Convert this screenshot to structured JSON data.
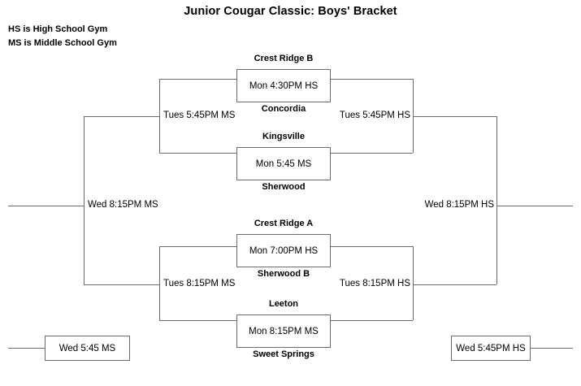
{
  "title": "Junior Cougar Classic: Boys' Bracket",
  "legend": {
    "line1": "HS is High School Gym",
    "line2": "MS is Middle School Gym"
  },
  "colors": {
    "line": "#6b6b6b",
    "text": "#000000",
    "background": "#ffffff"
  },
  "bracket": {
    "round1": [
      {
        "id": "game-1",
        "top_team": "Crest Ridge B",
        "bottom_team": "Concordia",
        "schedule": "Mon 4:30PM HS"
      },
      {
        "id": "game-2",
        "top_team": "Kingsville",
        "bottom_team": "Sherwood",
        "schedule": "Mon 5:45 MS"
      },
      {
        "id": "game-3",
        "top_team": "Crest Ridge A",
        "bottom_team": "Sherwood B",
        "schedule": "Mon 7:00PM HS"
      },
      {
        "id": "game-4",
        "top_team": "Leeton",
        "bottom_team": "Sweet Springs",
        "schedule": "Mon 8:15PM MS"
      }
    ],
    "round2": [
      {
        "id": "upper-left-semi",
        "schedule": "Tues 5:45PM MS"
      },
      {
        "id": "upper-right-semi",
        "schedule": "Tues 5:45PM HS"
      },
      {
        "id": "lower-left-semi",
        "schedule": "Tues 8:15PM MS"
      },
      {
        "id": "lower-right-semi",
        "schedule": "Tues 8:15PM HS"
      }
    ],
    "round3": [
      {
        "id": "left-final",
        "schedule": "Wed 8:15PM MS"
      },
      {
        "id": "right-final",
        "schedule": "Wed 8:15PM HS"
      }
    ],
    "results": [
      {
        "id": "consolation-result",
        "schedule": "Wed 5:45 MS"
      },
      {
        "id": "championship-result",
        "schedule": "Wed 5:45PM HS"
      }
    ]
  }
}
